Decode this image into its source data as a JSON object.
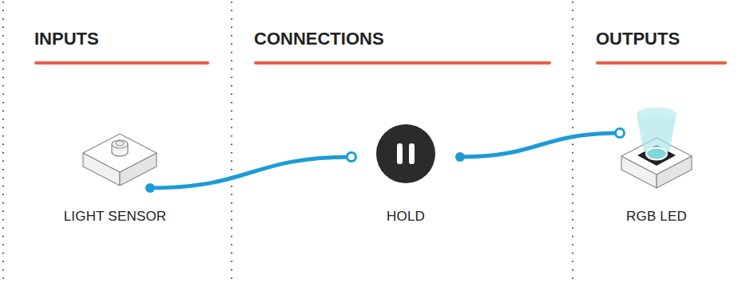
{
  "diagram": {
    "nodes": [
      {
        "text": [
          "LIGHT SENSOR"
        ]
      },
      {
        "text": [
          "HOLD"
        ]
      },
      {
        "text": [
          "RGB LED"
        ]
      }
    ],
    "edges": [
      {
        "from": 0,
        "to": 1,
        "arrow": "none"
      },
      {
        "from": 1,
        "to": 2,
        "arrow": "none"
      }
    ],
    "labels": [
      "INPUTS",
      "CONNECTIONS",
      "OUTPUTS"
    ]
  }
}
